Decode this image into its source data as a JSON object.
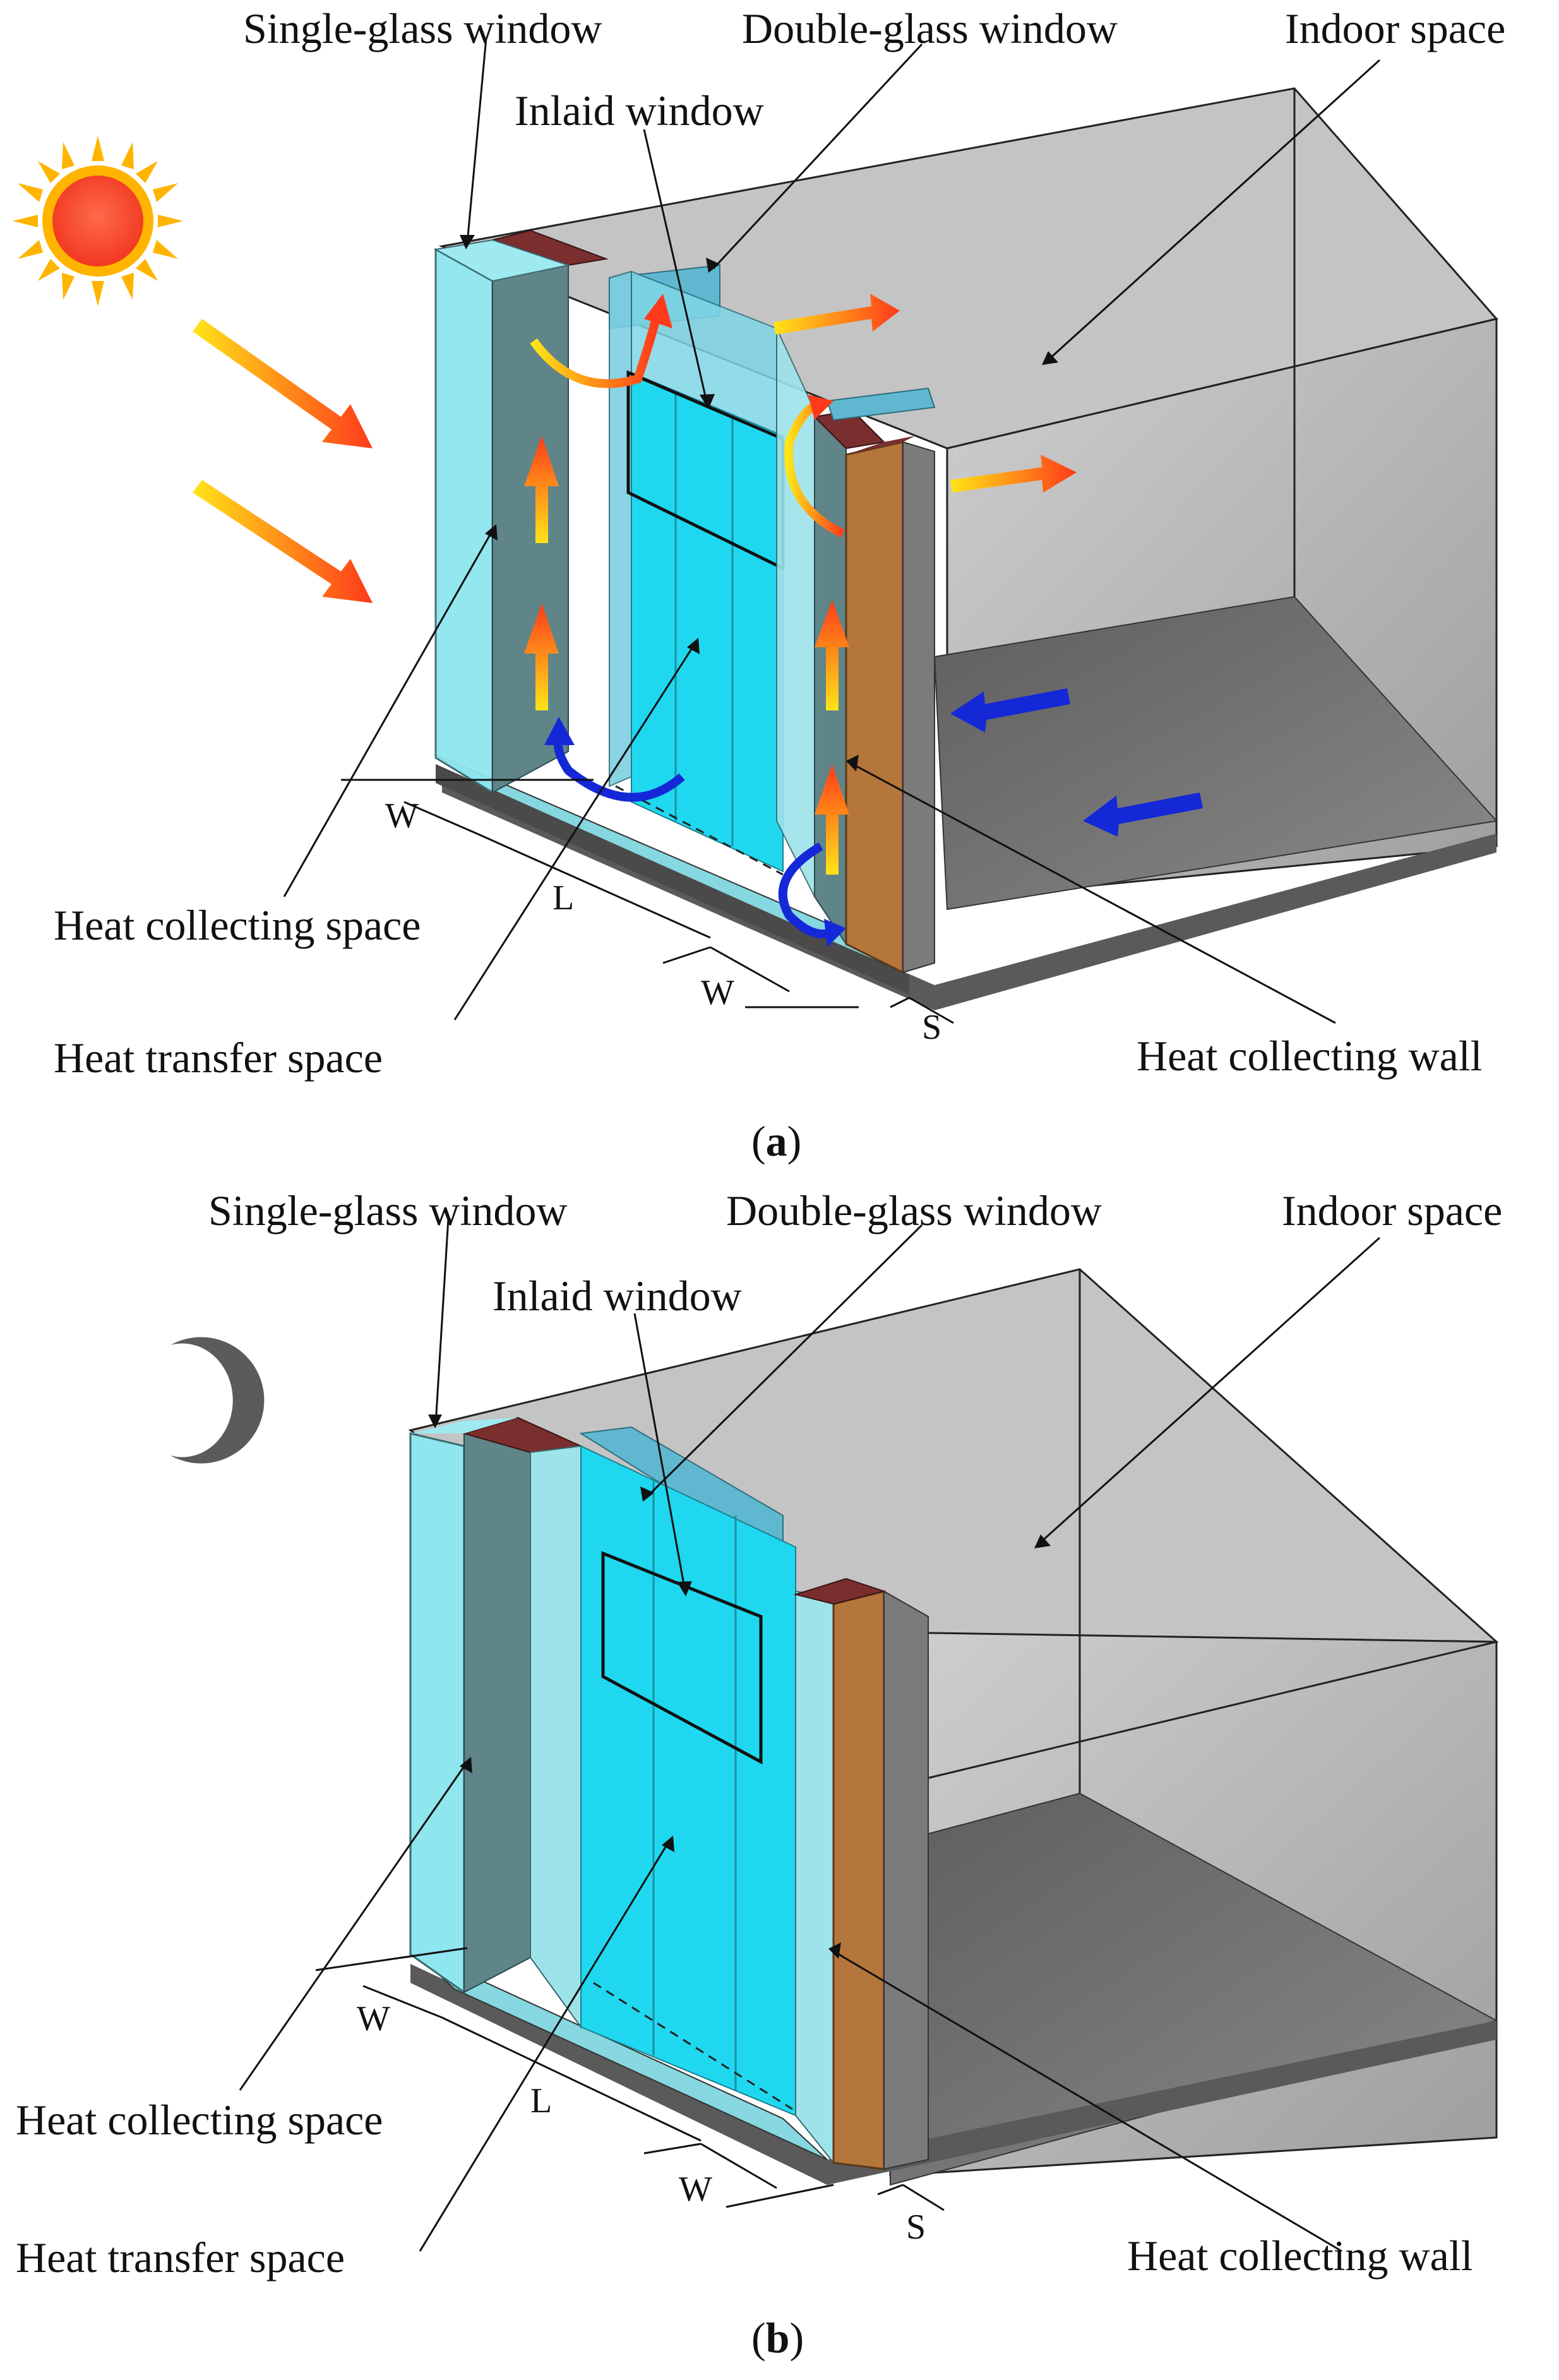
{
  "panels": [
    {
      "caption": "a",
      "time_of_day": "day",
      "celestial_icon": "sun-icon",
      "labels": {
        "single_glass_window": "Single-glass window",
        "double_glass_window": "Double-glass window",
        "indoor_space": "Indoor space",
        "inlaid_window": "Inlaid window",
        "heat_collecting_space": "Heat collecting space",
        "heat_transfer_space": "Heat transfer space",
        "heat_collecting_wall": "Heat collecting wall"
      },
      "dimensions": {
        "w1": "W",
        "l": "L",
        "w2": "W",
        "s": "S"
      }
    },
    {
      "caption": "b",
      "time_of_day": "night",
      "celestial_icon": "moon-icon",
      "labels": {
        "single_glass_window": "Single-glass window",
        "double_glass_window": "Double-glass window",
        "indoor_space": "Indoor space",
        "inlaid_window": "Inlaid window",
        "heat_collecting_space": "Heat collecting space",
        "heat_transfer_space": "Heat transfer space",
        "heat_collecting_wall": "Heat collecting wall"
      },
      "dimensions": {
        "w1": "W",
        "l": "L",
        "w2": "W",
        "s": "S"
      }
    }
  ],
  "colors": {
    "glass": "#7FE3EE",
    "inlaid_glass": "#1FD8F0",
    "room_grey": "#B9B9B9",
    "floor_grey": "#707070",
    "wall_brown": "#B4763A",
    "wall_top": "#7A2E2E",
    "warm_arrow": "#FF5A1F",
    "warm_arrow_light": "#FFE418",
    "cold_arrow": "#1428D8"
  }
}
